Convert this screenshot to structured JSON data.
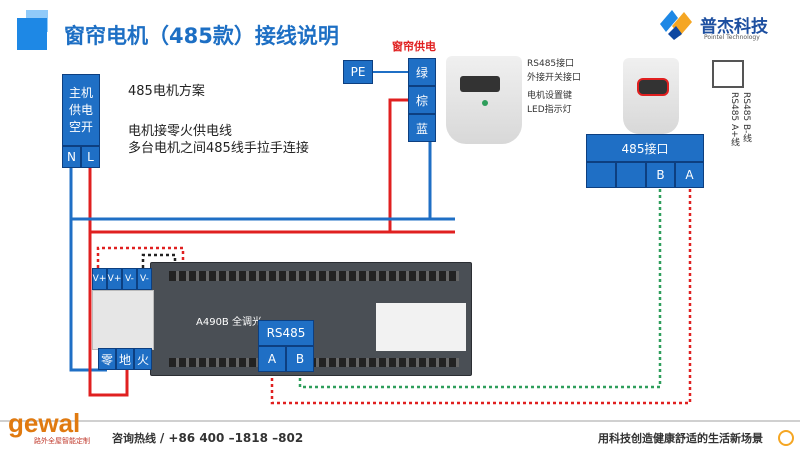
{
  "title": "窗帘电机（485款）接线说明",
  "logo": {
    "name": "普杰科技",
    "sub": "Pointel Technology"
  },
  "main_switch": {
    "label": "主机供电空开",
    "n": "N",
    "l": "L"
  },
  "scheme_title": "485电机方案",
  "desc_line1": "电机接零火供电线",
  "desc_line2": "多台电机之间485线手拉手连接",
  "pe": "PE",
  "curtain_power": {
    "title": "窗帘供电",
    "wires": [
      "绿",
      "棕",
      "蓝"
    ]
  },
  "motor_labels": [
    "RS485接口",
    "外接开关接口",
    "电机设置键",
    "LED指示灯"
  ],
  "port485": {
    "title": "485接口",
    "b": "B",
    "a": "A"
  },
  "rs485_side": [
    "RS485 A+线",
    "RS485 B-线"
  ],
  "controller": {
    "model": "A490B 全调光",
    "rs485": "RS485",
    "a": "A",
    "b": "B",
    "power_terms": [
      "V+",
      "V+",
      "V-",
      "V-"
    ],
    "mains_terms": [
      "零",
      "地",
      "火"
    ]
  },
  "footer": {
    "hotline_label": "咨询热线",
    "hotline": "/ +86 400 –1818 –802",
    "slogan": "用科技创造健康舒适的生活新场景",
    "brand": "gewal",
    "brand_sub": "路外全屋智能定制"
  },
  "colors": {
    "blue": "#1f6fc5",
    "red": "#e02020",
    "green": "#2e9e5b",
    "title": "#1d6fc4"
  }
}
